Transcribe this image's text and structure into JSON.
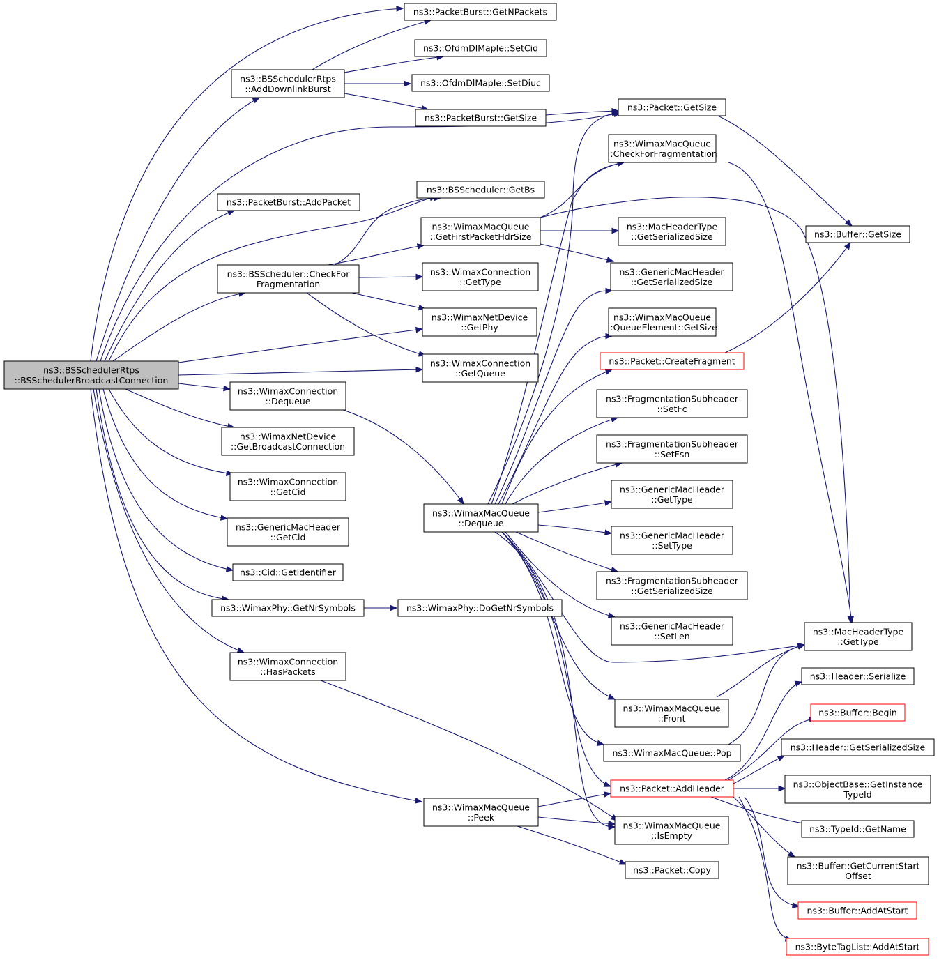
{
  "nodes": [
    {
      "id": "root",
      "lines": [
        "ns3::BSSchedulerRtps",
        "::BSSchedulerBroadcastConnection"
      ],
      "style": "root"
    },
    {
      "id": "getnpackets",
      "lines": [
        "ns3::PacketBurst::GetNPackets"
      ]
    },
    {
      "id": "addlinkburst",
      "lines": [
        "ns3::BSSchedulerRtps",
        "::AddDownlinkBurst"
      ]
    },
    {
      "id": "setcid",
      "lines": [
        "ns3::OfdmDlMapIe::SetCid"
      ]
    },
    {
      "id": "setdiuc",
      "lines": [
        "ns3::OfdmDlMapIe::SetDiuc"
      ]
    },
    {
      "id": "pb_getsize",
      "lines": [
        "ns3::PacketBurst::GetSize"
      ]
    },
    {
      "id": "pkt_getsize",
      "lines": [
        "ns3::Packet::GetSize"
      ]
    },
    {
      "id": "addpacket",
      "lines": [
        "ns3::PacketBurst::AddPacket"
      ]
    },
    {
      "id": "getbs",
      "lines": [
        "ns3::BSScheduler::GetBs"
      ]
    },
    {
      "id": "checkforfrag",
      "lines": [
        "ns3::BSScheduler::CheckFor",
        "Fragmentation"
      ]
    },
    {
      "id": "getfirstpkt",
      "lines": [
        "ns3::WimaxMacQueue",
        "::GetFirstPacketHdrSize"
      ]
    },
    {
      "id": "wc_gettype",
      "lines": [
        "ns3::WimaxConnection",
        "::GetType"
      ]
    },
    {
      "id": "getphy",
      "lines": [
        "ns3::WimaxNetDevice",
        "::GetPhy"
      ]
    },
    {
      "id": "getqueue",
      "lines": [
        "ns3::WimaxConnection",
        "::GetQueue"
      ]
    },
    {
      "id": "wc_dequeue",
      "lines": [
        "ns3::WimaxConnection",
        "::Dequeue"
      ]
    },
    {
      "id": "getbcast",
      "lines": [
        "ns3::WimaxNetDevice",
        "::GetBroadcastConnection"
      ]
    },
    {
      "id": "wc_getcid",
      "lines": [
        "ns3::WimaxConnection",
        "::GetCid"
      ]
    },
    {
      "id": "gmh_getcid",
      "lines": [
        "ns3::GenericMacHeader",
        "::GetCid"
      ]
    },
    {
      "id": "getident",
      "lines": [
        "ns3::Cid::GetIdentifier"
      ]
    },
    {
      "id": "getnrsym",
      "lines": [
        "ns3::WimaxPhy::GetNrSymbols"
      ]
    },
    {
      "id": "dogetnrsym",
      "lines": [
        "ns3::WimaxPhy::DoGetNrSymbols"
      ]
    },
    {
      "id": "haspackets",
      "lines": [
        "ns3::WimaxConnection",
        "::HasPackets"
      ]
    },
    {
      "id": "q_dequeue",
      "lines": [
        "ns3::WimaxMacQueue",
        "::Dequeue"
      ]
    },
    {
      "id": "q_peek",
      "lines": [
        "ns3::WimaxMacQueue",
        "::Peek"
      ]
    },
    {
      "id": "q_checkfrag",
      "lines": [
        "ns3::WimaxMacQueue",
        "::CheckForFragmentation"
      ]
    },
    {
      "id": "mht_getser",
      "lines": [
        "ns3::MacHeaderType",
        "::GetSerializedSize"
      ]
    },
    {
      "id": "gmh_getser",
      "lines": [
        "ns3::GenericMacHeader",
        "::GetSerializedSize"
      ]
    },
    {
      "id": "qe_getsize",
      "lines": [
        "ns3::WimaxMacQueue",
        "::QueueElement::GetSize"
      ]
    },
    {
      "id": "createfrag",
      "lines": [
        "ns3::Packet::CreateFragment"
      ],
      "style": "red"
    },
    {
      "id": "fs_setfc",
      "lines": [
        "ns3::FragmentationSubheader",
        "::SetFc"
      ]
    },
    {
      "id": "fs_setfsn",
      "lines": [
        "ns3::FragmentationSubheader",
        "::SetFsn"
      ]
    },
    {
      "id": "gmh_gettype",
      "lines": [
        "ns3::GenericMacHeader",
        "::GetType"
      ]
    },
    {
      "id": "gmh_settype",
      "lines": [
        "ns3::GenericMacHeader",
        "::SetType"
      ]
    },
    {
      "id": "fs_getser",
      "lines": [
        "ns3::FragmentationSubheader",
        "::GetSerializedSize"
      ]
    },
    {
      "id": "gmh_setlen",
      "lines": [
        "ns3::GenericMacHeader",
        "::SetLen"
      ]
    },
    {
      "id": "q_front",
      "lines": [
        "ns3::WimaxMacQueue",
        "::Front"
      ]
    },
    {
      "id": "q_pop",
      "lines": [
        "ns3::WimaxMacQueue::Pop"
      ]
    },
    {
      "id": "addheader",
      "lines": [
        "ns3::Packet::AddHeader"
      ],
      "style": "red"
    },
    {
      "id": "q_isempty",
      "lines": [
        "ns3::WimaxMacQueue",
        "::IsEmpty"
      ]
    },
    {
      "id": "pkt_copy",
      "lines": [
        "ns3::Packet::Copy"
      ]
    },
    {
      "id": "buf_getsize",
      "lines": [
        "ns3::Buffer::GetSize"
      ]
    },
    {
      "id": "mht_gettype",
      "lines": [
        "ns3::MacHeaderType",
        "::GetType"
      ]
    },
    {
      "id": "hdr_serialize",
      "lines": [
        "ns3::Header::Serialize"
      ]
    },
    {
      "id": "buf_begin",
      "lines": [
        "ns3::Buffer::Begin"
      ],
      "style": "red"
    },
    {
      "id": "hdr_getser",
      "lines": [
        "ns3::Header::GetSerializedSize"
      ]
    },
    {
      "id": "ob_getinst",
      "lines": [
        "ns3::ObjectBase::GetInstance",
        "TypeId"
      ]
    },
    {
      "id": "tid_getname",
      "lines": [
        "ns3::TypeId::GetName"
      ]
    },
    {
      "id": "buf_getcur",
      "lines": [
        "ns3::Buffer::GetCurrentStart",
        "Offset"
      ]
    },
    {
      "id": "buf_addstart",
      "lines": [
        "ns3::Buffer::AddAtStart"
      ],
      "style": "red"
    },
    {
      "id": "btl_addstart",
      "lines": [
        "ns3::ByteTagList::AddAtStart"
      ],
      "style": "red"
    }
  ],
  "edges": [
    [
      "root",
      "getnpackets"
    ],
    [
      "root",
      "addlinkburst"
    ],
    [
      "root",
      "pkt_getsize"
    ],
    [
      "root",
      "addpacket"
    ],
    [
      "root",
      "getbs"
    ],
    [
      "root",
      "checkforfrag"
    ],
    [
      "root",
      "getphy"
    ],
    [
      "root",
      "getqueue"
    ],
    [
      "root",
      "wc_dequeue"
    ],
    [
      "root",
      "getbcast"
    ],
    [
      "root",
      "wc_getcid"
    ],
    [
      "root",
      "gmh_getcid"
    ],
    [
      "root",
      "getident"
    ],
    [
      "root",
      "getnrsym"
    ],
    [
      "root",
      "haspackets"
    ],
    [
      "root",
      "q_peek"
    ],
    [
      "addlinkburst",
      "getnpackets"
    ],
    [
      "addlinkburst",
      "setcid"
    ],
    [
      "addlinkburst",
      "setdiuc"
    ],
    [
      "addlinkburst",
      "pb_getsize"
    ],
    [
      "pb_getsize",
      "pkt_getsize"
    ],
    [
      "pkt_getsize",
      "buf_getsize"
    ],
    [
      "checkforfrag",
      "getbs"
    ],
    [
      "checkforfrag",
      "getfirstpkt"
    ],
    [
      "checkforfrag",
      "wc_gettype"
    ],
    [
      "checkforfrag",
      "getphy"
    ],
    [
      "checkforfrag",
      "getqueue"
    ],
    [
      "getfirstpkt",
      "q_checkfrag"
    ],
    [
      "getfirstpkt",
      "mht_getser"
    ],
    [
      "getfirstpkt",
      "gmh_getser"
    ],
    [
      "getfirstpkt",
      "mht_gettype"
    ],
    [
      "q_checkfrag",
      "mht_gettype"
    ],
    [
      "getnrsym",
      "dogetnrsym"
    ],
    [
      "wc_dequeue",
      "q_dequeue"
    ],
    [
      "haspackets",
      "q_isempty"
    ],
    [
      "q_dequeue",
      "pkt_getsize"
    ],
    [
      "q_dequeue",
      "q_checkfrag"
    ],
    [
      "q_dequeue",
      "gmh_getser"
    ],
    [
      "q_dequeue",
      "qe_getsize"
    ],
    [
      "q_dequeue",
      "createfrag"
    ],
    [
      "q_dequeue",
      "fs_setfc"
    ],
    [
      "q_dequeue",
      "fs_setfsn"
    ],
    [
      "q_dequeue",
      "gmh_gettype"
    ],
    [
      "q_dequeue",
      "gmh_settype"
    ],
    [
      "q_dequeue",
      "fs_getser"
    ],
    [
      "q_dequeue",
      "gmh_setlen"
    ],
    [
      "q_dequeue",
      "mht_gettype"
    ],
    [
      "q_dequeue",
      "q_front"
    ],
    [
      "q_dequeue",
      "q_pop"
    ],
    [
      "q_dequeue",
      "addheader"
    ],
    [
      "q_dequeue",
      "q_isempty"
    ],
    [
      "createfrag",
      "buf_getsize"
    ],
    [
      "q_front",
      "mht_gettype"
    ],
    [
      "q_pop",
      "mht_gettype"
    ],
    [
      "q_peek",
      "addheader"
    ],
    [
      "q_peek",
      "q_isempty"
    ],
    [
      "q_peek",
      "pkt_copy"
    ],
    [
      "addheader",
      "hdr_serialize"
    ],
    [
      "addheader",
      "buf_begin"
    ],
    [
      "addheader",
      "hdr_getser"
    ],
    [
      "addheader",
      "ob_getinst"
    ],
    [
      "addheader",
      "tid_getname"
    ],
    [
      "addheader",
      "buf_getcur"
    ],
    [
      "addheader",
      "buf_addstart"
    ],
    [
      "addheader",
      "btl_addstart"
    ]
  ],
  "colors": {
    "edge": "#191970",
    "node_border": "#000000",
    "red_border": "#ff0000",
    "root_fill": "#bfbfbf"
  }
}
